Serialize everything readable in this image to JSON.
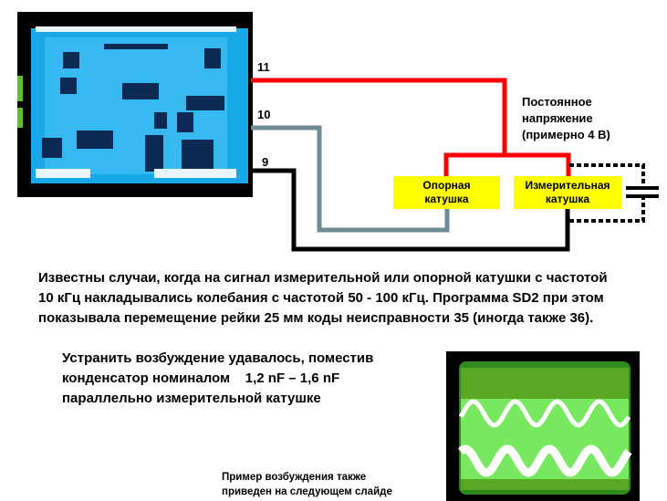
{
  "diagram": {
    "pins": {
      "pin11": "11",
      "pin10": "10",
      "pin9": "9"
    },
    "dc_voltage_label": [
      "Постоянное",
      "напряжение",
      "(примерно 4 В)"
    ],
    "reference_coil": [
      "Опорная",
      "катушка"
    ],
    "measuring_coil": [
      "Измерительная",
      "катушка"
    ],
    "colors": {
      "supply": "#ff0000",
      "reference": "#6f8c94",
      "measuring": "#000000",
      "coil_fill": "#ffff00"
    }
  },
  "text": {
    "paragraph1": [
      "Известны случаи, когда на сигнал измерительной или опорной катушки с частотой",
      "10 кГц накладывались колебания с частотой 50 - 100 кГц. Программа SD2 при этом",
      "показывала перемещение рейки 25 мм коды неисправности 35 (иногда также 36)."
    ],
    "paragraph2": [
      "Устранить возбуждение удавалось, поместив",
      "конденсатор номиналом    1,2 nF – 1,6 nF",
      "параллельно измерительной катушке"
    ],
    "caption": [
      "Пример возбуждения также",
      "приведен на следующем слайде"
    ]
  }
}
